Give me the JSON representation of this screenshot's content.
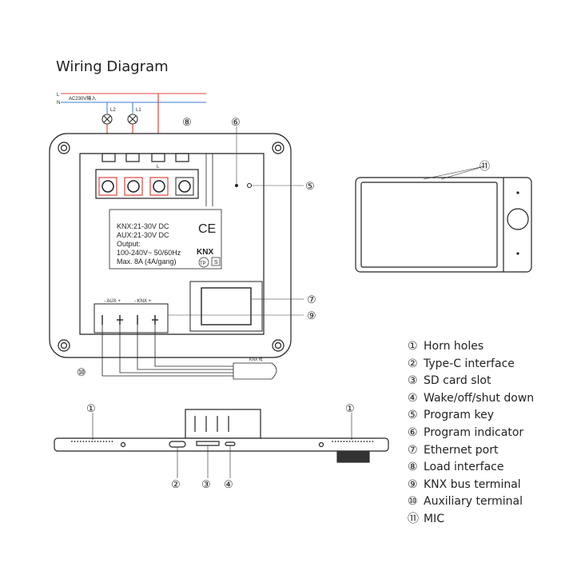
{
  "title": "Wiring Diagram",
  "supply": {
    "line": "L",
    "neutral": "N",
    "ac_label": "AC230V输入"
  },
  "lamps": [
    "L2",
    "L1"
  ],
  "terminal_label_l": "L",
  "device_label": {
    "lines": [
      "KNX:21-30V DC",
      "AUX:21-30V DC",
      "Output:",
      "100-240V~ 50/60Hz",
      "Max. 8A (4A/gang)"
    ],
    "ce": "CE",
    "knx": "KNX",
    "tp": "TP",
    "s": "S"
  },
  "bus_header": {
    "aux": "- AUX +",
    "knx": "- KNX +"
  },
  "cable_label": "KNX 线",
  "callouts": [
    "①",
    "②",
    "③",
    "④",
    "⑤",
    "⑥",
    "⑦",
    "⑧",
    "⑨",
    "⑩",
    "⑪"
  ],
  "legend": [
    {
      "num": "①",
      "label": "Horn holes"
    },
    {
      "num": "②",
      "label": "Type-C interface"
    },
    {
      "num": "③",
      "label": "SD card slot"
    },
    {
      "num": "④",
      "label": "Wake/off/shut down"
    },
    {
      "num": "⑤",
      "label": "Program key"
    },
    {
      "num": "⑥",
      "label": "Program indicator"
    },
    {
      "num": "⑦",
      "label": "Ethernet port"
    },
    {
      "num": "⑧",
      "label": "Load interface"
    },
    {
      "num": "⑨",
      "label": "KNX bus terminal"
    },
    {
      "num": "⑩",
      "label": "Auxiliary terminal"
    },
    {
      "num": "⑪",
      "label": "MIC"
    }
  ],
  "colors": {
    "line_wire": "#e0453b",
    "neutral_wire": "#3a7bd5",
    "outline": "#222222"
  }
}
